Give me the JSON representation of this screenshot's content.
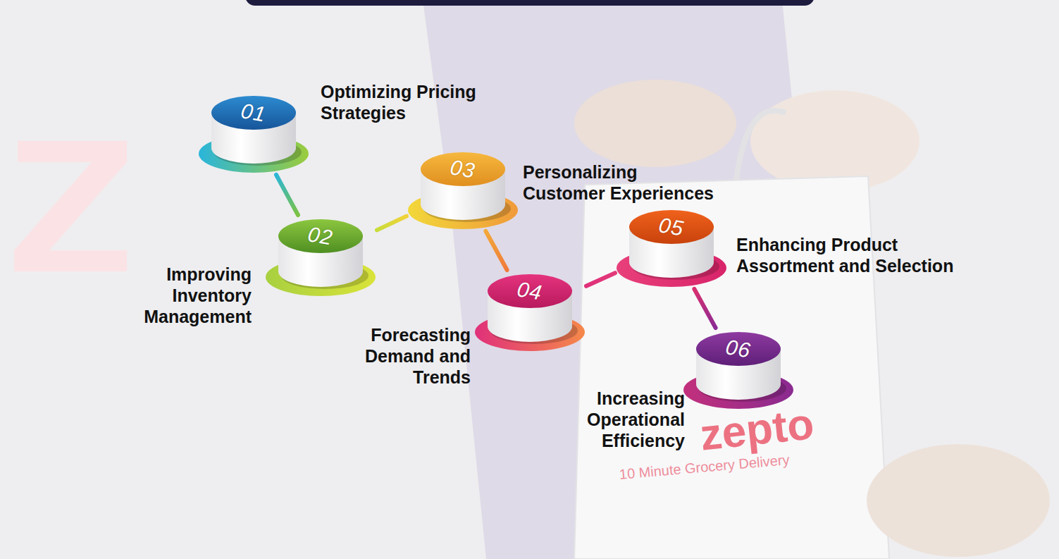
{
  "diagram": {
    "nodes": [
      {
        "text": [
          "01",
          "Optimizing Pricing Strategies"
        ]
      },
      {
        "text": [
          "02",
          "Improving Inventory Management"
        ]
      },
      {
        "text": [
          "03",
          "Personalizing Customer Experiences"
        ]
      },
      {
        "text": [
          "04",
          "Forecasting Demand and Trends"
        ]
      },
      {
        "text": [
          "05",
          "Enhancing Product Assortment and Selection"
        ]
      },
      {
        "text": [
          "06",
          "Increasing Operational Efficiency"
        ]
      }
    ],
    "edges": [
      {
        "from": 0,
        "to": 1,
        "arrow": "none"
      },
      {
        "from": 1,
        "to": 2,
        "arrow": "none"
      },
      {
        "from": 2,
        "to": 3,
        "arrow": "none"
      },
      {
        "from": 3,
        "to": 4,
        "arrow": "none"
      },
      {
        "from": 4,
        "to": 5,
        "arrow": "none"
      }
    ],
    "labels": [
      "zepto",
      "10 Minute Grocery Delivery"
    ]
  }
}
